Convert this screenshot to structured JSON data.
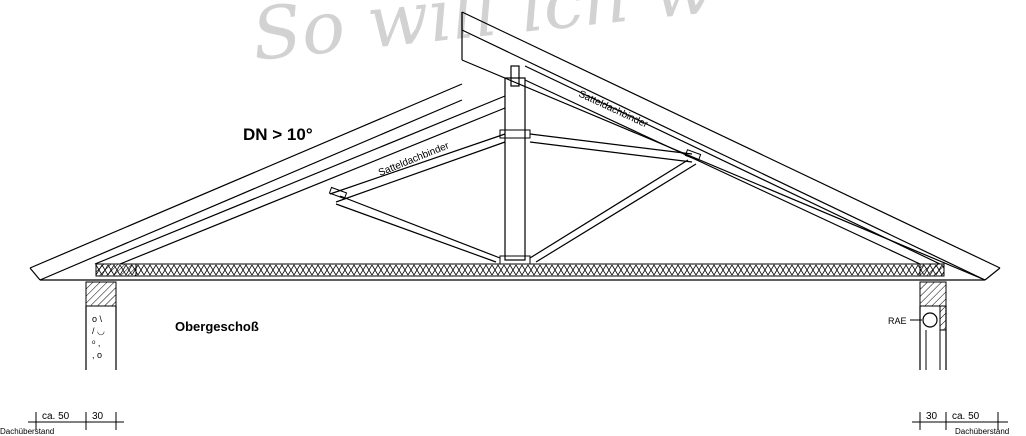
{
  "watermark": "So will ich w",
  "roof_pitch_label": "DN > 10°",
  "truss_label_left": "Satteldachbinder",
  "truss_label_right": "Satteldachbinder",
  "floor_label": "Obergeschoß",
  "rae_label": "RAE",
  "dimensions": {
    "left": {
      "overhang": "ca. 50",
      "wall": "30",
      "caption": "Dachüberstand"
    },
    "right": {
      "overhang": "ca. 50",
      "wall": "30",
      "caption": "Dachüberstand"
    }
  }
}
